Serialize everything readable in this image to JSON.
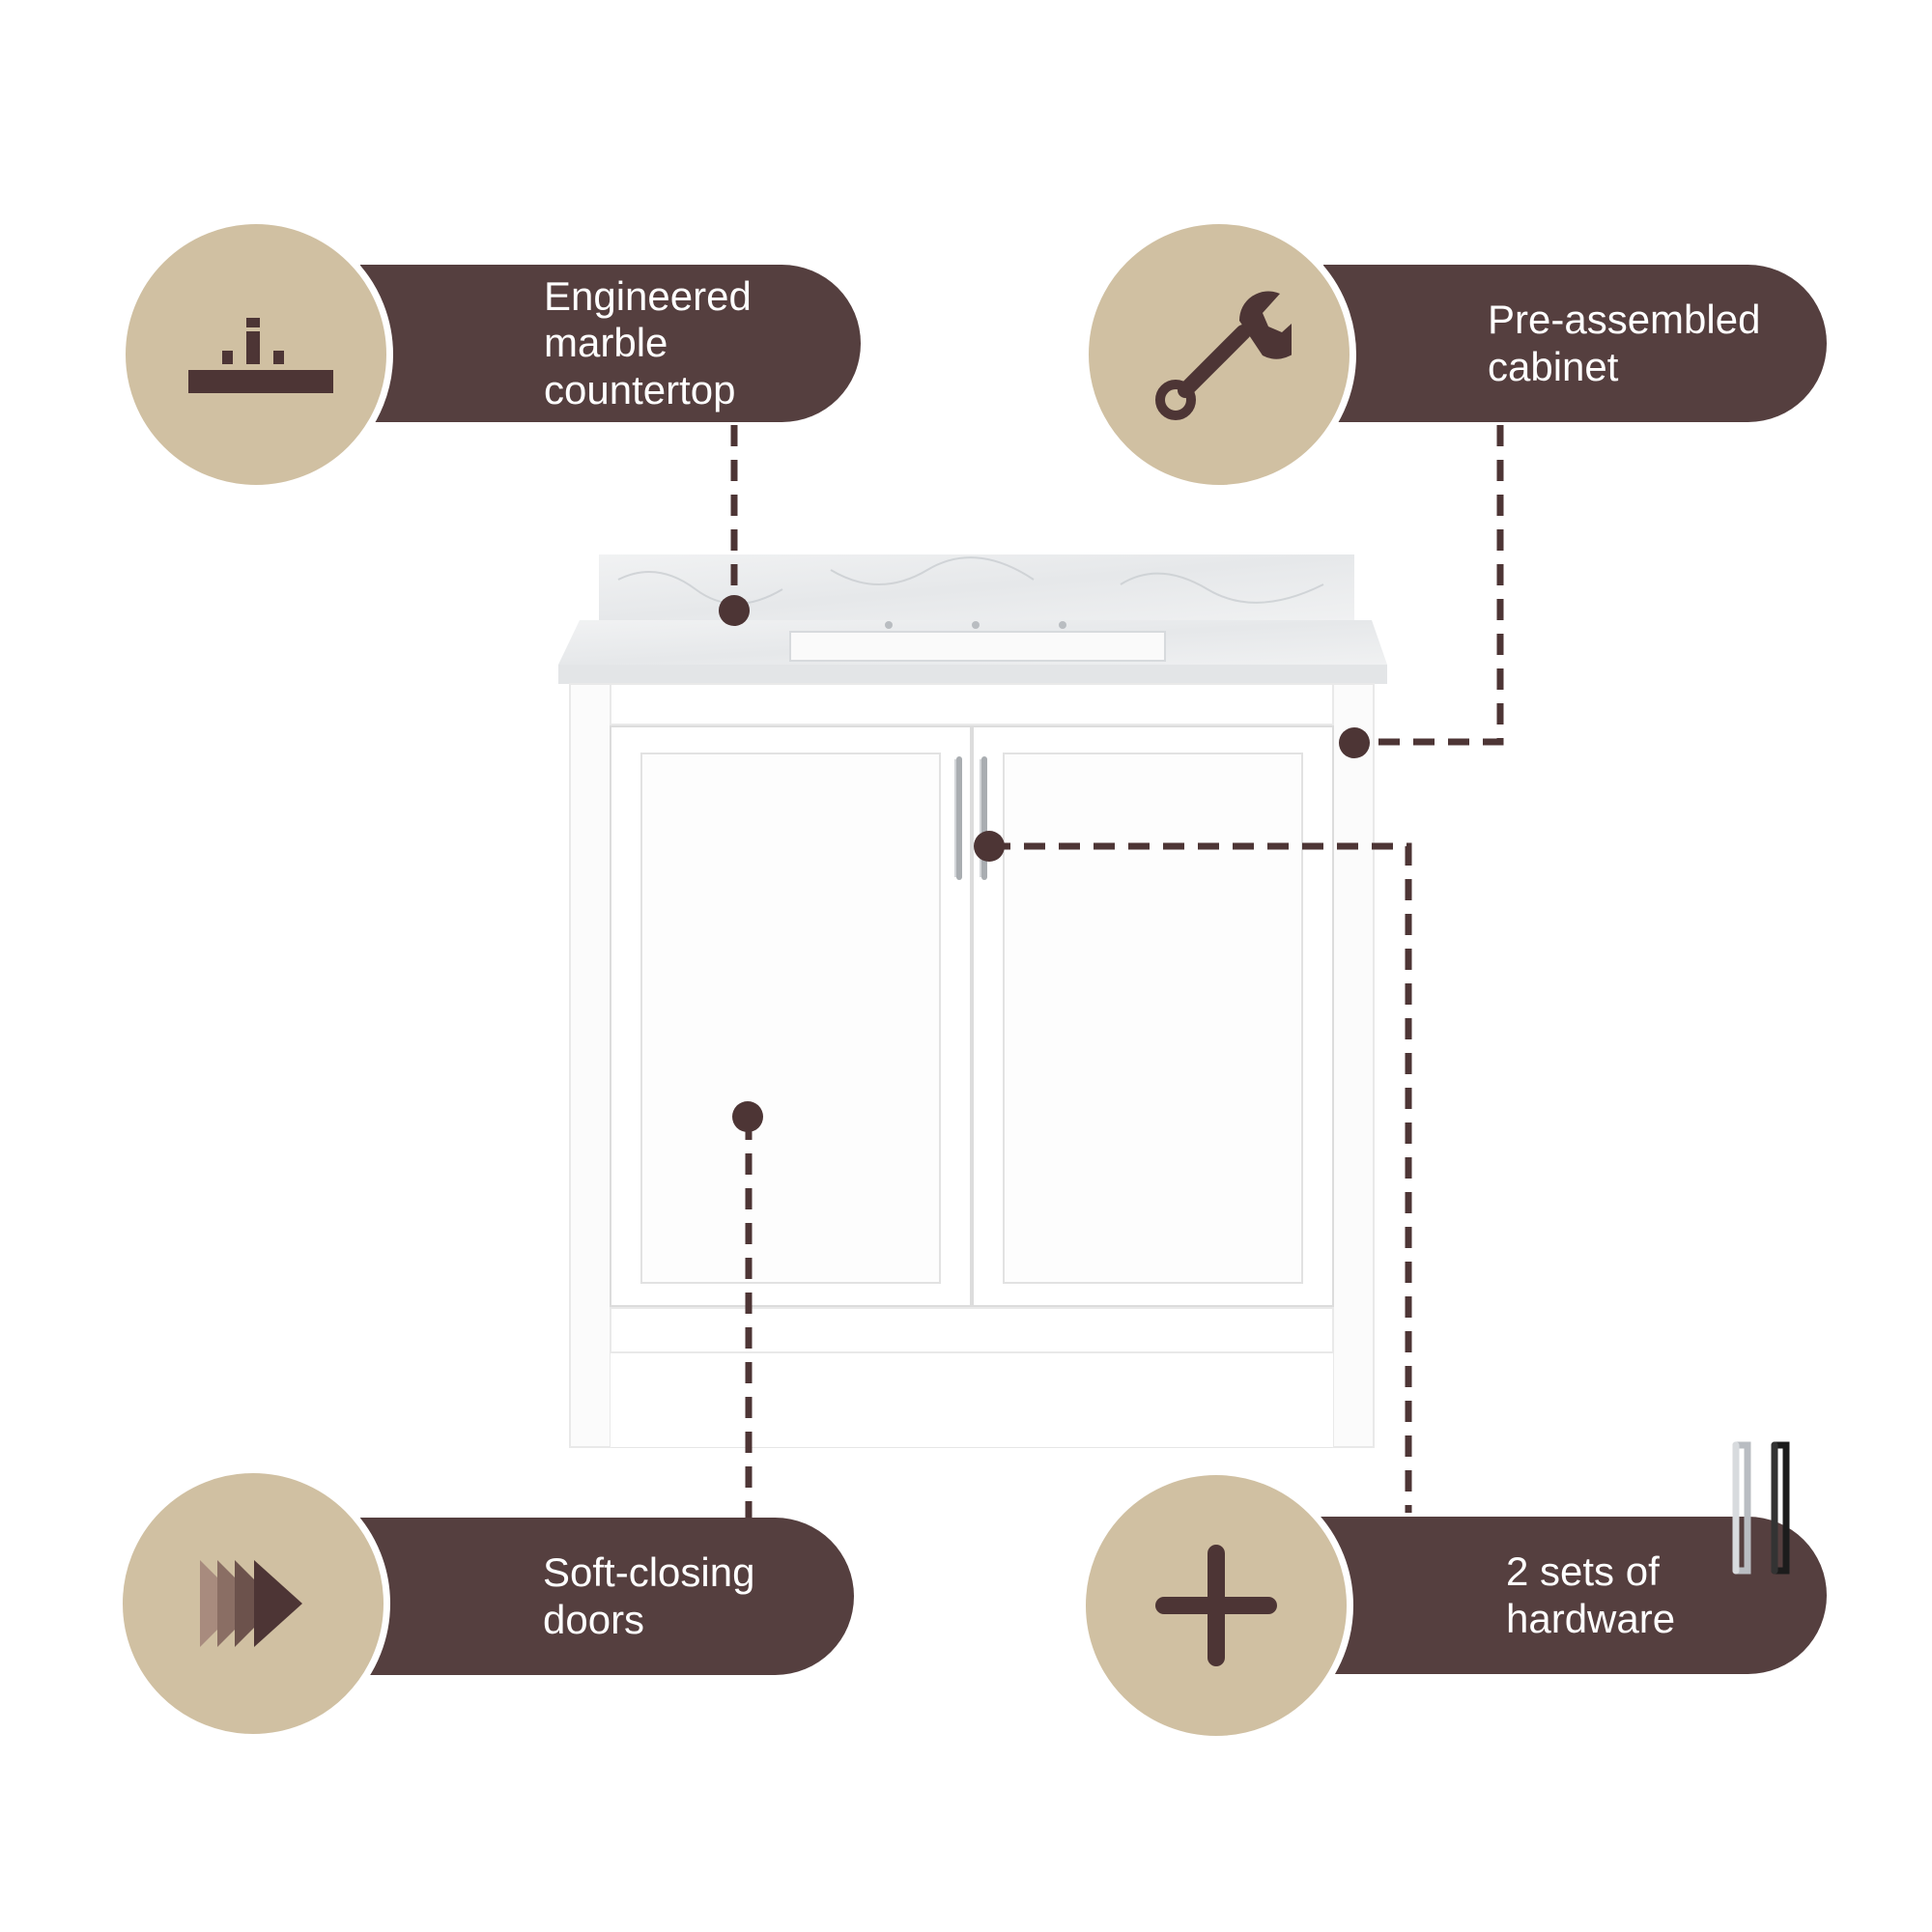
{
  "colors": {
    "pill": "#553f3f",
    "badge": "#d0c0a2",
    "connector": "#4d3535",
    "cabinet": "#ffffff",
    "marble": "#eceef0"
  },
  "callouts": {
    "countertop": {
      "icon": "faucet-on-counter-icon",
      "line1": "Engineered marble",
      "line2": "countertop"
    },
    "cabinet": {
      "icon": "wrench-icon",
      "label": "Pre-assembled cabinet"
    },
    "doors": {
      "icon": "fast-forward-arrows-icon",
      "label": "Soft-closing doors"
    },
    "hardware": {
      "icon": "plus-icon",
      "label": "2 sets of hardware"
    }
  },
  "product": {
    "image": "white-vanity-with-marble-top"
  }
}
